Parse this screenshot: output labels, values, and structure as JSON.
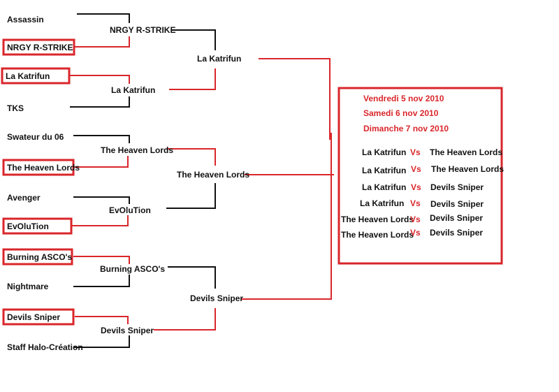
{
  "colors": {
    "line_black": "#111111",
    "line_red": "#d9262b",
    "box_red": "#d9262b",
    "text_black": "#111111",
    "text_red": "#d9262b"
  },
  "round1": [
    {
      "team": "Assassin",
      "highlighted": false
    },
    {
      "team": "NRGY R-STRIKE",
      "highlighted": true
    },
    {
      "team": "La Katrifun",
      "highlighted": true
    },
    {
      "team": "TKS",
      "highlighted": false
    },
    {
      "team": "Swateur du 06",
      "highlighted": false
    },
    {
      "team": "The Heaven Lords",
      "highlighted": true
    },
    {
      "team": "Avenger",
      "highlighted": false
    },
    {
      "team": "EvOluTion",
      "highlighted": true
    },
    {
      "team": "Burning ASCO's",
      "highlighted": true
    },
    {
      "team": "Nightmare",
      "highlighted": false
    },
    {
      "team": "Devils Sniper",
      "highlighted": true
    },
    {
      "team": "Staff Halo-Création",
      "highlighted": false
    }
  ],
  "round2": [
    "NRGY R-STRIKE",
    "La Katrifun",
    "The Heaven Lords",
    "EvOluTion",
    "Burning ASCO's",
    "Devils Sniper"
  ],
  "round3": [
    "La Katrifun",
    "The Heaven Lords",
    "Devils Sniper"
  ],
  "schedule": {
    "dates": [
      "Vendredi 5 nov 2010",
      "Samedi 6 nov 2010",
      "Dimanche 7 nov 2010"
    ],
    "vs_label": "Vs",
    "matches": [
      {
        "home": "La Katrifun",
        "away": "The Heaven Lords"
      },
      {
        "home": "La Katrifun",
        "away": "The Heaven Lords"
      },
      {
        "home": "La Katrifun",
        "away": "Devils Sniper"
      },
      {
        "home": "La Katrifun",
        "away": "Devils Sniper"
      },
      {
        "home": "The Heaven Lords",
        "away": "Devils Sniper"
      },
      {
        "home": "The Heaven Lords",
        "away": "Devils Sniper"
      }
    ]
  }
}
